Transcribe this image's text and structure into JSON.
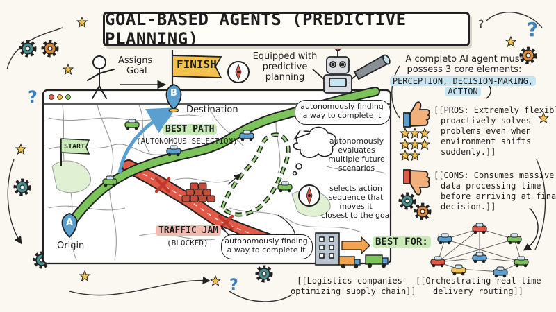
{
  "title": "GOAL-BASED AGENTS (PREDICTIVE PLANNING)",
  "top": {
    "assigns_goal": [
      "Assigns",
      "Goal"
    ],
    "finish_flag": "FINISH",
    "equipped": [
      "Equipped with",
      "predictive",
      "planning"
    ]
  },
  "map": {
    "start_flag": "START",
    "point_a": "A",
    "point_b": "B",
    "origin": "Origin",
    "destination": "Destination",
    "best_path": "BEST PATH",
    "autonomous_selection": "(AUTONOMOUS SELECTION)",
    "traffic_jam": "TRAFFIC JAM",
    "blocked": "(BLOCKED)",
    "bubble_top": [
      "autonomously finding",
      "a way to complete it"
    ],
    "bubble_bottom": [
      "autonomously finding",
      "a way to complete it"
    ],
    "evaluates": [
      "autonomously",
      "evaluates",
      "multiple future",
      "scenarios"
    ],
    "selects": [
      "selects action",
      "sequence that",
      "moves it",
      "closest to the goal"
    ]
  },
  "right_panel": {
    "intro": [
      "A completo AI agent must",
      "possess 3 core elements:"
    ],
    "core_elements": [
      "PERCEPTION, DECISION-MAKING,",
      "ACTION"
    ],
    "pros_tag": "PROS",
    "pros_lines": [
      "[[PROS: Extremely flexible,",
      "proactively solves",
      "problems even when",
      "environment shifts",
      "suddenly.]]"
    ],
    "cons_tag": "CONS",
    "cons_lines": [
      "[[CONS: Consumes massive",
      "data processing time",
      "before arriving at final",
      "decision.]]"
    ]
  },
  "bottom": {
    "best_for": "BEST FOR:",
    "use_case_1": [
      "[[Logistics companies",
      "optimizing supply chain]]"
    ],
    "use_case_2": [
      "[[Orchestrating real-time",
      "delivery routing]]"
    ]
  },
  "colors": {
    "green_path": "#7cc35c",
    "red_road": "#e05a47",
    "blue_arrow": "#5b9fd0",
    "highlight_green": "#c8ebb6",
    "highlight_red": "#f2b9ae",
    "highlight_blue": "#c7e6f2",
    "gear_teal": "#4a8d8f",
    "gear_orange": "#d98a3d"
  },
  "icons": [
    "person-icon",
    "finish-flag-icon",
    "compass-icon",
    "robot-icon",
    "telescope-icon",
    "thumbs-up-icon",
    "thumbs-down-icon",
    "star-icon",
    "gear-icon",
    "question-mark-icon",
    "car-icon",
    "truck-icon",
    "warehouse-icon",
    "network-icon",
    "start-flag-icon",
    "location-pin-icon",
    "thought-bubble-icon",
    "browser-window-icon"
  ]
}
